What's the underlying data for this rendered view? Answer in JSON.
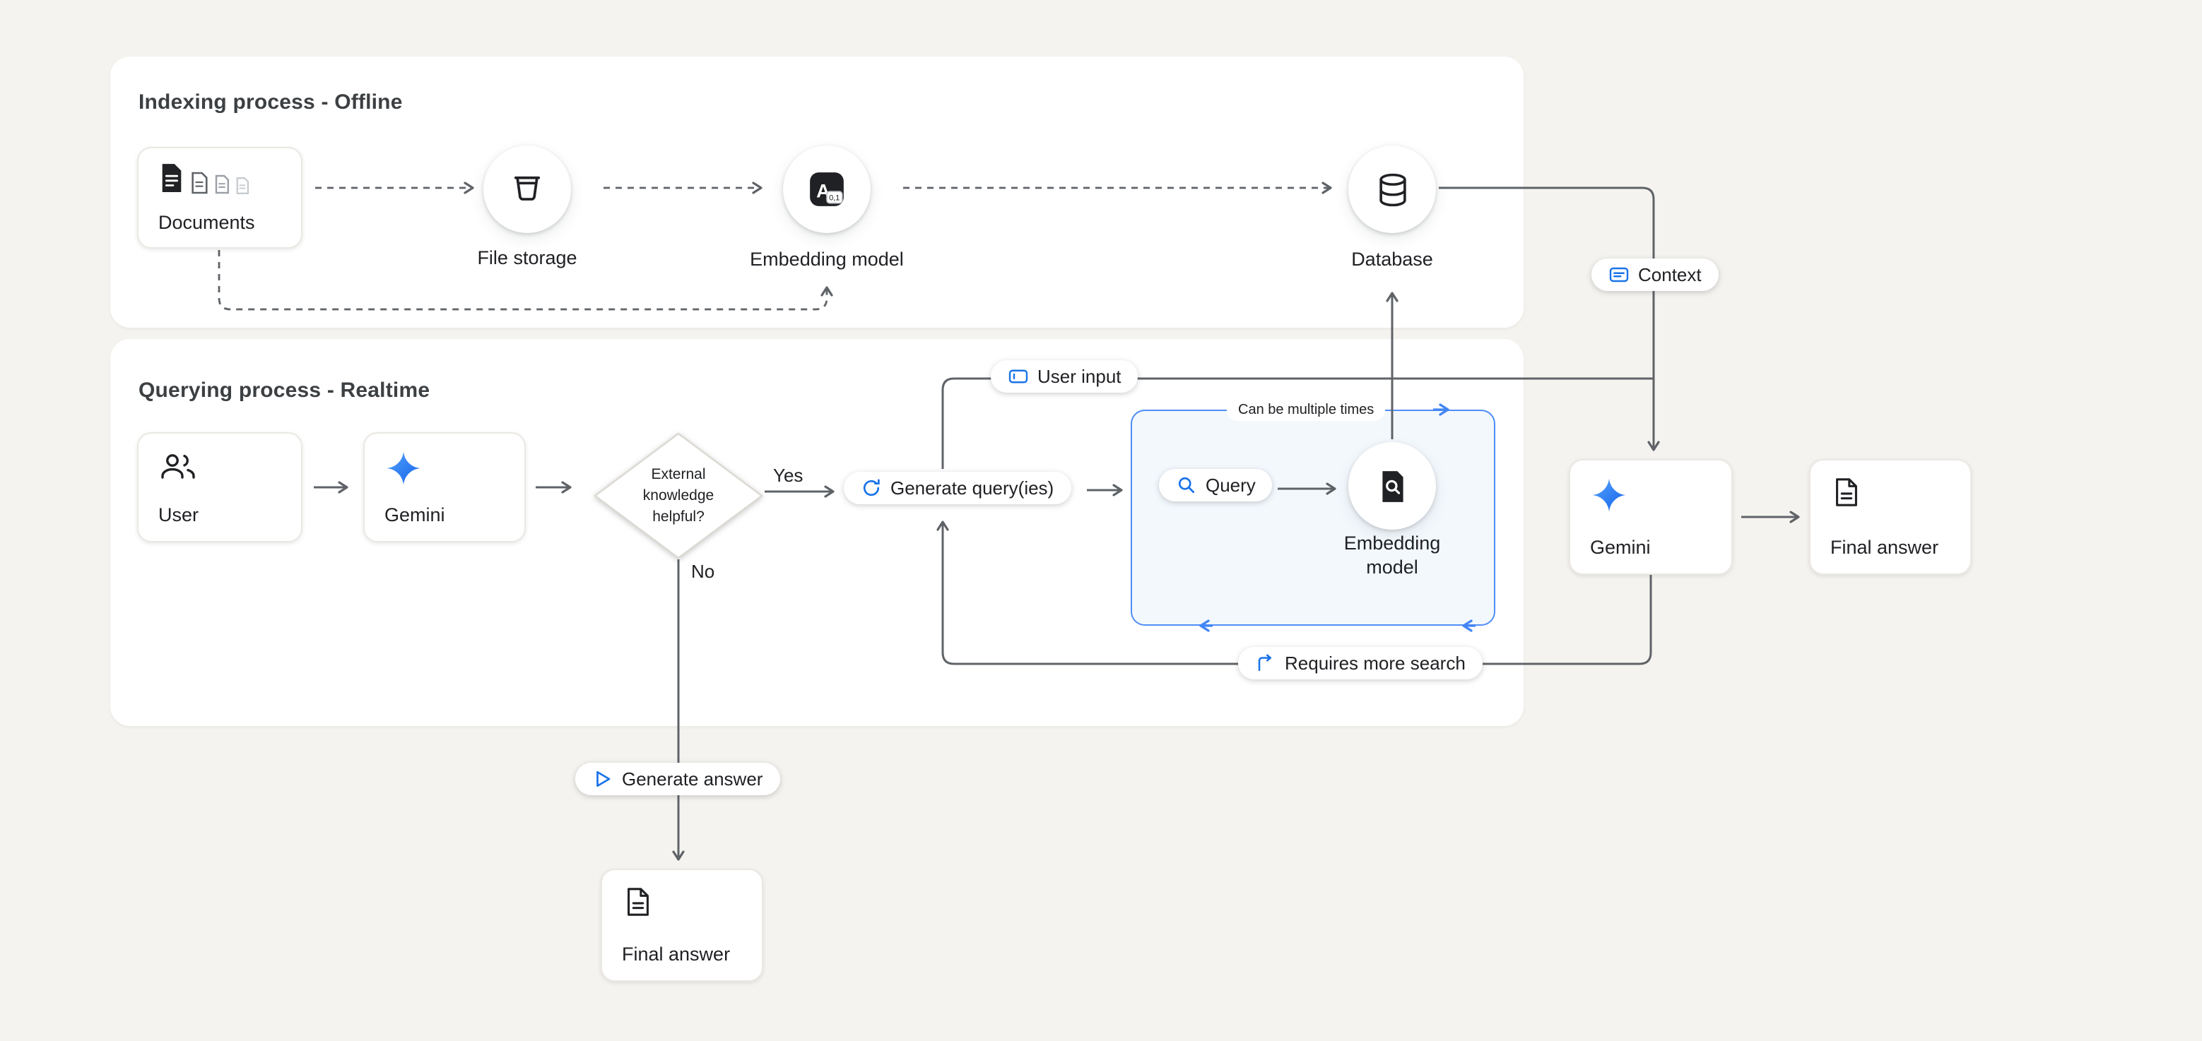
{
  "colors": {
    "background": "#f5f3ef",
    "panel": "#ffffff",
    "connector": "#5f6368",
    "accent_blue": "#1a73e8",
    "box_border_blue": "#4f8ef7",
    "box_fill_blue": "#f3f8fd",
    "node_icon_dark": "#202124"
  },
  "icons": {
    "documents": "document-stack-icon",
    "file_storage": "storage-bucket-icon",
    "embedding_model_top": "text-to-vector-icon",
    "database": "database-cylinder-icon",
    "user": "people-icon",
    "gemini": "gemini-star-icon",
    "generate_queries": "refresh-icon",
    "query": "search-icon",
    "embedding_model_bottom": "document-search-icon",
    "user_input": "input-field-icon",
    "context": "context-lines-icon",
    "requires_more_search": "branch-arrow-icon",
    "generate_answer": "play-icon",
    "final_answer": "document-icon"
  },
  "panels": {
    "indexing": {
      "title": "Indexing process - Offline"
    },
    "querying": {
      "title": "Querying process - Realtime"
    }
  },
  "labels": {
    "documents": "Documents",
    "file_storage": "File storage",
    "embedding_model_top": "Embedding model",
    "database": "Database",
    "context": "Context",
    "user": "User",
    "gemini_left": "Gemini",
    "decision_line1": "External",
    "decision_line2": "knowledge",
    "decision_line3": "helpful?",
    "yes": "Yes",
    "no": "No",
    "generate_queries": "Generate query(ies)",
    "user_input": "User input",
    "can_be_multiple_times": "Can be multiple times",
    "query": "Query",
    "embedding_model_bottom_line1": "Embedding",
    "embedding_model_bottom_line2": "model",
    "requires_more_search": "Requires more search",
    "gemini_right": "Gemini",
    "final_answer_right": "Final answer",
    "generate_answer": "Generate answer",
    "final_answer_bottom": "Final answer",
    "embedding_icon_letter": "A",
    "embedding_icon_numbers": "0,1"
  }
}
